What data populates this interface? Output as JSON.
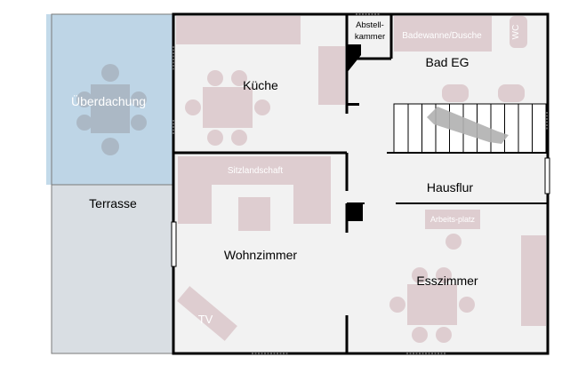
{
  "rooms": {
    "kueche": "Küche",
    "bad": "Bad EG",
    "abstell_line1": "Abstell-",
    "abstell_line2": "kammer",
    "hausflur": "Hausflur",
    "wohnzimmer": "Wohnzimmer",
    "esszimmer": "Esszimmer",
    "terrasse": "Terrasse",
    "ueberdachung": "Überdachung"
  },
  "furniture": {
    "badewanne": "Badewanne/Dusche",
    "wc": "WC",
    "sitzlandschaft": "Sitzlandschaft",
    "arbeitsplatz": "Arbeits-platz",
    "tv": "TV"
  },
  "colors": {
    "wall": "#000000",
    "floor": "#f2f2f2",
    "furniture": "#dcc9cc",
    "terrace": "#d9dee3",
    "roof": "#b9d3e6",
    "terrace_furniture": "#a8b4c0"
  }
}
